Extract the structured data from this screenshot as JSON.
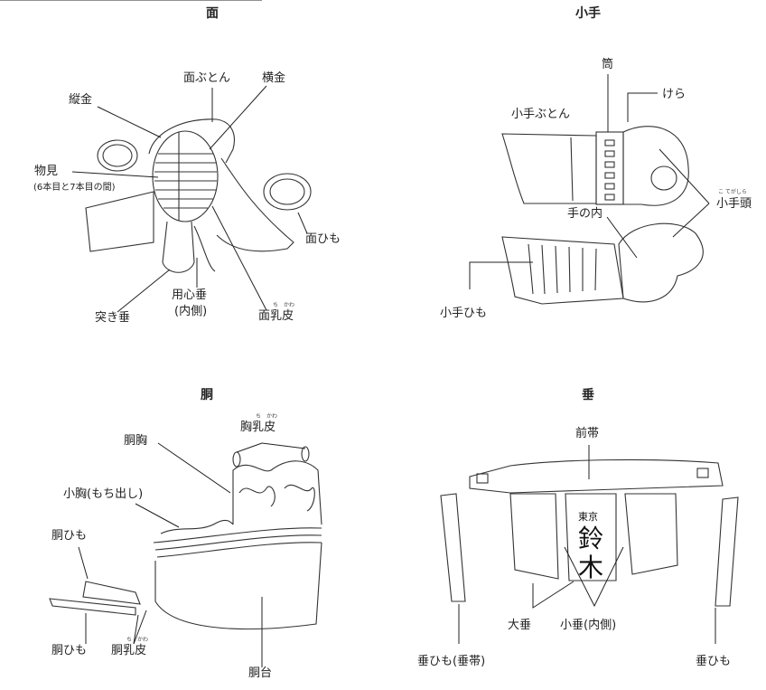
{
  "men": {
    "title": "面",
    "labels": {
      "futon": "面ぶとん",
      "yokogane": "横金",
      "tategane": "縦金",
      "monomi": "物見",
      "monomi_note": "(6本目と7本目の間)",
      "himo": "面ひも",
      "yojindare": "用心垂",
      "yojindare_note": "(内側)",
      "chikawa": "面乳皮",
      "chikawa_furigana": "ち　かわ",
      "tsukidare": "突き垂"
    }
  },
  "kote": {
    "title": "小手",
    "labels": {
      "tsutsu": "筒",
      "kera": "けら",
      "futon": "小手ぶとん",
      "kotegashira": "小手頭",
      "kotegashira_furigana": "こ てがしら",
      "tenouchi": "手の内",
      "himo": "小手ひも"
    }
  },
  "do": {
    "title": "胴",
    "labels": {
      "mune_chikawa": "胸乳皮",
      "mune_chikawa_furigana": "ち　かわ",
      "domune": "胴胸",
      "komune": "小胸(もち出し)",
      "himo_top": "胴ひも",
      "himo_bottom": "胴ひも",
      "do_chikawa": "胴乳皮",
      "do_chikawa_furigana": "ち　かわ",
      "dodai": "胴台"
    }
  },
  "tare": {
    "title": "垂",
    "labels": {
      "maeobi": "前帯",
      "odare": "大垂",
      "kodare": "小垂(内側)",
      "himo_left": "垂ひも(垂帯)",
      "himo_right": "垂ひも"
    },
    "nameplate": {
      "region": "東京",
      "name_1": "鈴",
      "name_2": "木"
    }
  }
}
